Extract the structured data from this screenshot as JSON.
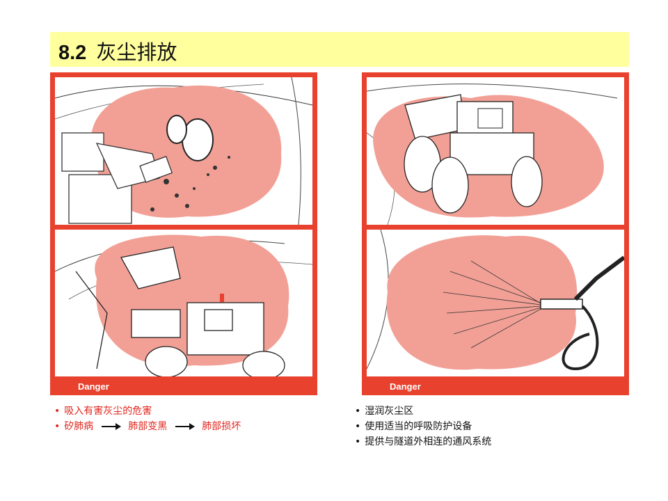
{
  "header": {
    "number": "8.2",
    "title": "灰尘排放"
  },
  "left_panel": {
    "label": "Danger",
    "bullets": {
      "line1": "吸入有害灰尘的危害",
      "line2": [
        "矽肺病",
        "肺部变黑",
        "肺部损坏"
      ]
    }
  },
  "right_panel": {
    "label": "Danger",
    "bullets": [
      "湿润灰尘区",
      "使用适当的呼吸防护设备",
      "提供与隧道外相连的通风系统"
    ]
  },
  "colors": {
    "title_bg": "#ffff9e",
    "panel_red": "#e8412d",
    "dust_pink": "#f2a096",
    "bullet_red": "#e0261e"
  },
  "icons": [
    "tunnel-drill-illustration",
    "dump-truck-illustration",
    "wheel-loader-illustration",
    "water-spray-illustration"
  ]
}
